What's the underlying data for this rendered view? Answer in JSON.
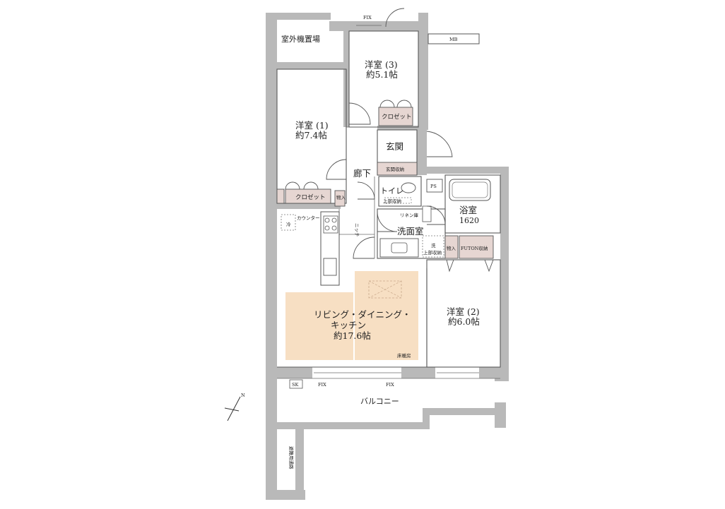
{
  "colors": {
    "wall": "#b9b9b9",
    "storage": "#e6d6d2",
    "floor_heating": "#f7dfc3",
    "line": "#555555"
  },
  "labels": {
    "outdoor_unit": "室外機置場",
    "fix_top": "FIX",
    "mb": "MB",
    "room3_name": "洋室 (3)",
    "room3_size": "約5.1帖",
    "closet_room3": "クロゼット",
    "room1_name": "洋室 (1)",
    "room1_size": "約7.4帖",
    "entrance": "玄関",
    "entrance_storage": "玄関収納",
    "hallway": "廊下",
    "closet_room1": "クロゼット",
    "storage_room1": "物入",
    "toilet": "トイレ",
    "toilet_upper_storage": "上部収納",
    "ps": "PS",
    "bath_name": "浴室",
    "bath_size": "1620",
    "linen_shelf": "リネン庫",
    "washroom": "洗面室",
    "counter": "カウンター",
    "niche": "ニッチ",
    "refrigerator_mark": "冷",
    "washer_mark": "洗",
    "upper_storage_wash": "上部収納",
    "storage_wash": "物入",
    "futon_storage": "FUTON収納",
    "ldk_line1": "リビング・ダイニング・",
    "ldk_line2": "キッチン",
    "ldk_size": "約17.6帖",
    "floor_heating": "床暖房",
    "room2_name": "洋室 (2)",
    "room2_size": "約6.0帖",
    "sk": "SK",
    "fix_bottom_left": "FIX",
    "fix_bottom_right": "FIX",
    "balcony": "バルコニー",
    "evacuation_path": "避難用通路",
    "north_mark": "N"
  }
}
